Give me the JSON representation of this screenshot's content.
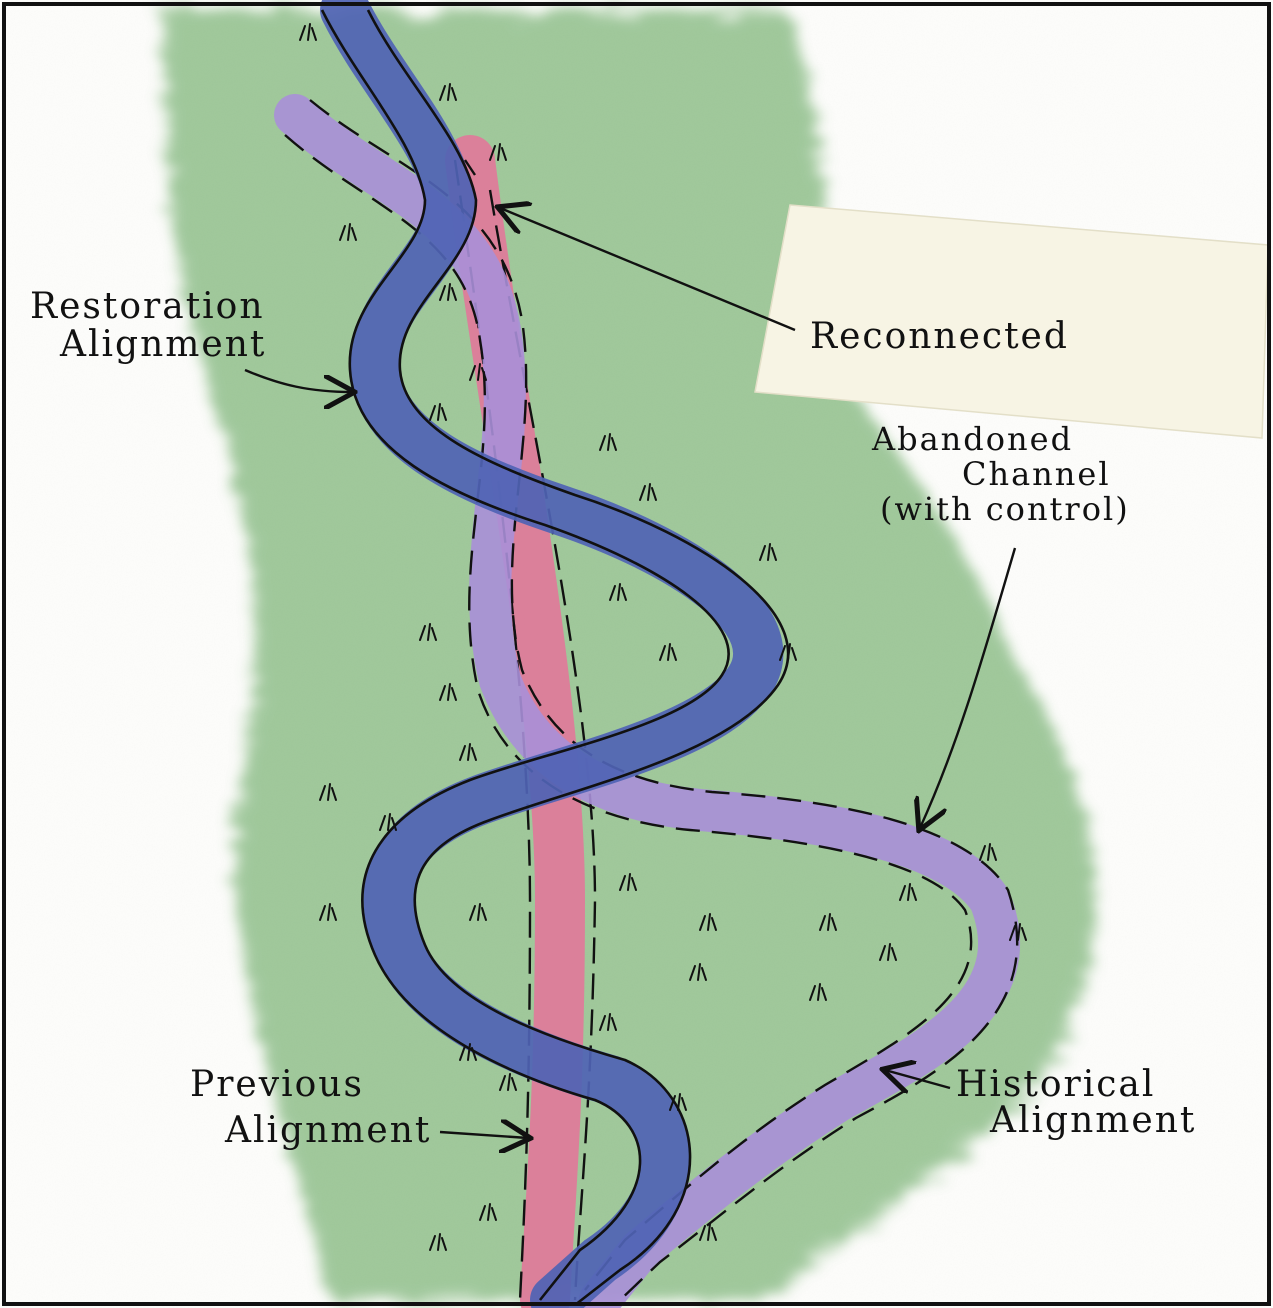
{
  "labels": {
    "restoration_line1": "Restoration",
    "restoration_line2": "Alignment",
    "reconnected": "Reconnected",
    "abandoned_line1": "Abandoned",
    "abandoned_line2": "Channel",
    "abandoned_line3": "(with control)",
    "previous_line1": "Previous",
    "previous_line2": "Alignment",
    "historical_line1": "Historical",
    "historical_line2": "Alignment"
  },
  "colors": {
    "floodplain": "#8fbf8a",
    "restoration_channel": "#4f63b4",
    "historical_channel": "#a88fd8",
    "previous_channel": "#e07a9a",
    "ink": "#111111",
    "note_card": "#f7f4e4"
  }
}
